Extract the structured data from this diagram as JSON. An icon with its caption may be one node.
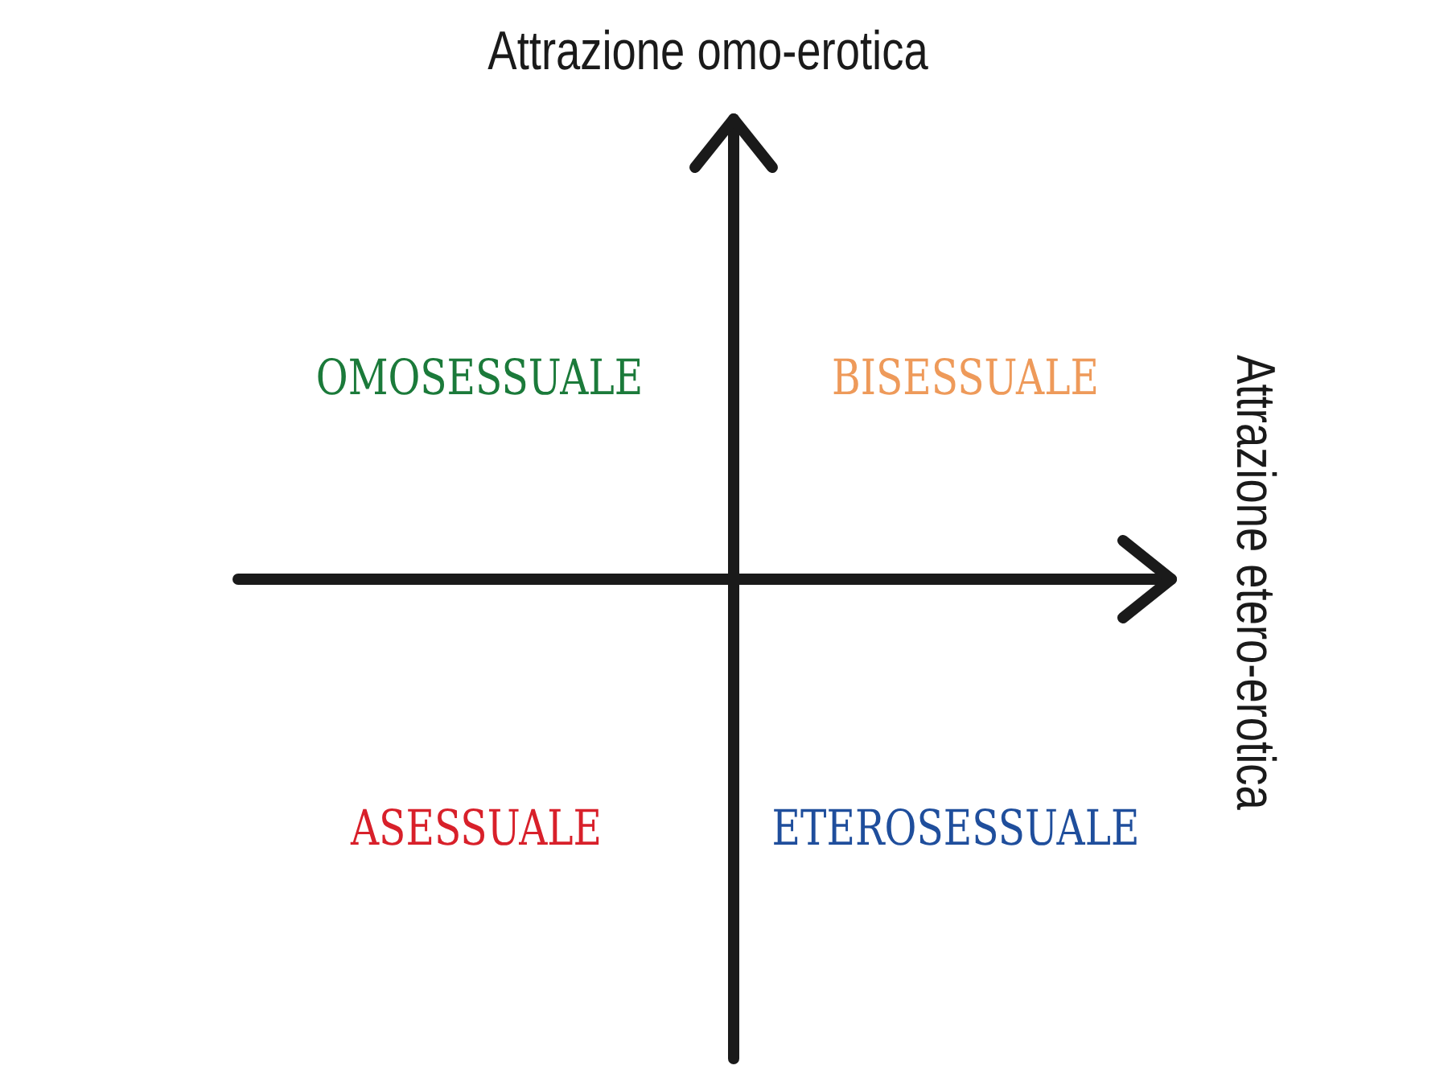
{
  "diagram": {
    "labels": [
      "Attrazione omo-erotica",
      "OMOSESSUALE",
      "BISESSUALE",
      "Attrazione etero-erotica",
      "ASESSUALE",
      "ETEROSESSUALE"
    ]
  }
}
